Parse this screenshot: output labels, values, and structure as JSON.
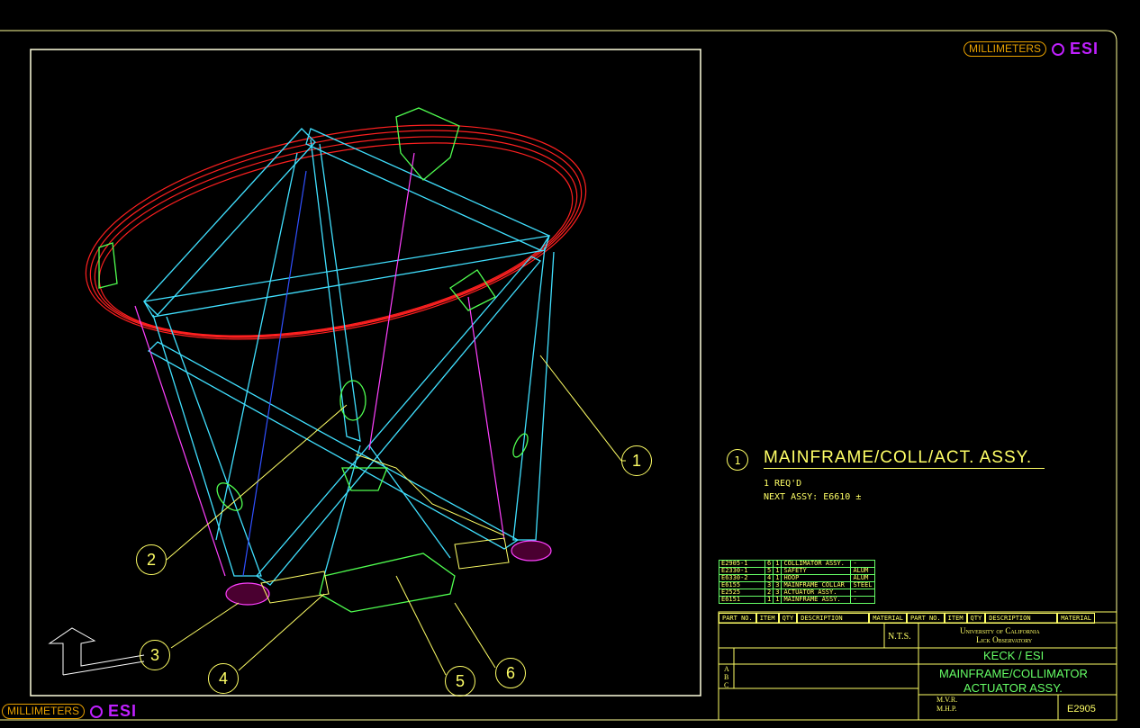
{
  "units_label": "MILLIMETERS",
  "logo_text": "ESI",
  "assembly": {
    "item": "1",
    "title": "MAINFRAME/COLL/ACT. ASSY.",
    "qty_note": "1 REQ'D",
    "next_assy": "NEXT ASSY: E6610 ±"
  },
  "balloons": [
    "1",
    "2",
    "3",
    "4",
    "5",
    "6"
  ],
  "parts_list": {
    "headers": [
      "PART NO.",
      "ITEM",
      "QTY",
      "DESCRIPTION",
      "MATERIAL"
    ],
    "rows": [
      {
        "part": "E2905-1",
        "item": "6",
        "qty": "1",
        "desc": "COLLIMATOR ASSY.",
        "mat": "-"
      },
      {
        "part": "E2330-1",
        "item": "5",
        "qty": "1",
        "desc": "SAFETY",
        "mat": "ALUM"
      },
      {
        "part": "E6330-2",
        "item": "4",
        "qty": "1",
        "desc": "HOOP",
        "mat": "ALUM"
      },
      {
        "part": "E6155",
        "item": "3",
        "qty": "3",
        "desc": "MAINFRAME COLLAR",
        "mat": "STEEL"
      },
      {
        "part": "E2525",
        "item": "2",
        "qty": "3",
        "desc": "ACTUATOR ASSY.",
        "mat": "-"
      },
      {
        "part": "E6151",
        "item": "1",
        "qty": "1",
        "desc": "MAINFRAME ASSY.",
        "mat": "-"
      }
    ],
    "right_headers": [
      "PART NO.",
      "ITEM",
      "QTY",
      "DESCRIPTION",
      "MATERIAL"
    ]
  },
  "title_block": {
    "scale": "N.T.S.",
    "org_line1": "University of California",
    "org_line2": "Lick Observatory",
    "project": "KECK / ESI",
    "drawing_title_line1": "MAINFRAME/COLLIMATOR",
    "drawing_title_line2": "ACTUATOR ASSY.",
    "drawn_by": "M.V.R.",
    "checked_by": "M.H.P.",
    "drawing_number": "E2905",
    "revisions": [
      "A",
      "B",
      "C"
    ]
  },
  "colors": {
    "ring": "#ff2020",
    "frame": "#40e0ff",
    "green": "#50ff50",
    "yellow": "#ffff66",
    "magenta": "#ff40ff",
    "blue": "#3050ff",
    "border": "#ffff99"
  }
}
